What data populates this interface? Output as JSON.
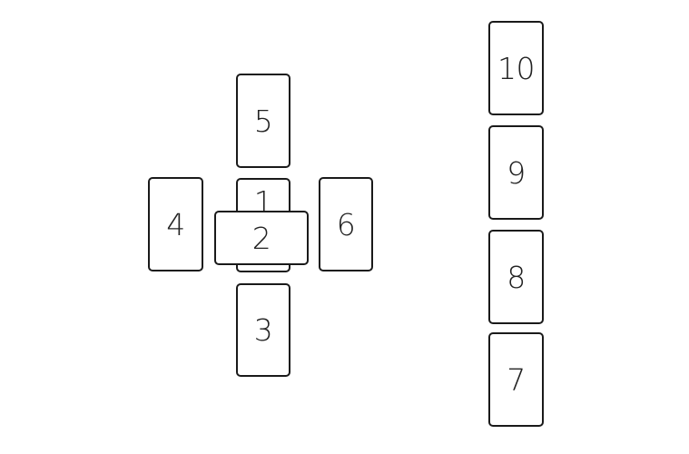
{
  "cards": {
    "c1": "1",
    "c2": "2",
    "c3": "3",
    "c4": "4",
    "c5": "5",
    "c6": "6",
    "c7": "7",
    "c8": "8",
    "c9": "9",
    "c10": "10"
  }
}
